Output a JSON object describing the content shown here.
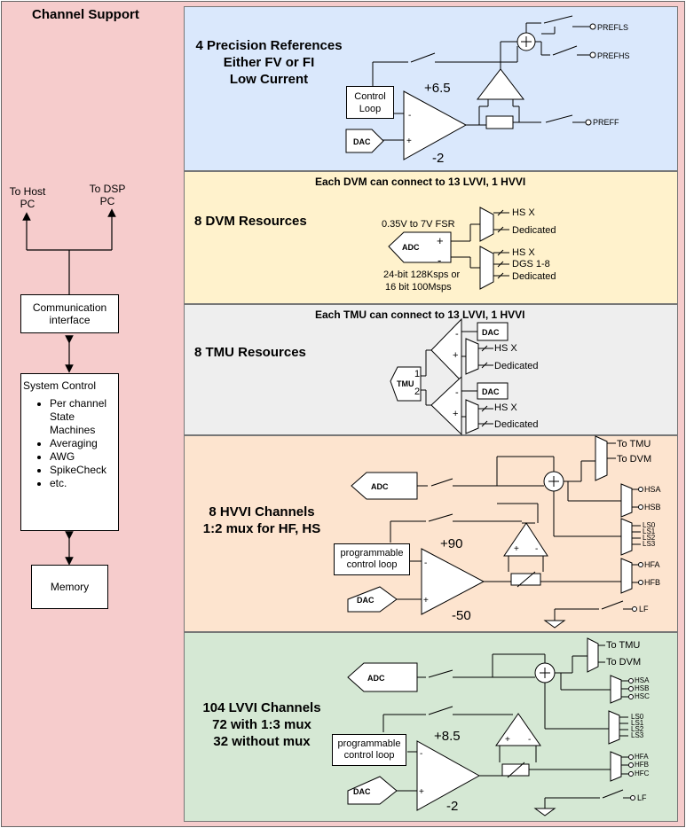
{
  "title": "Channel Support",
  "left": {
    "to_host": "To Host PC",
    "to_dsp": "To DSP PC",
    "comm": "Communication interface",
    "sys_title": "System Control",
    "sys_items": [
      "Per channel State Machines",
      "Averaging",
      "AWG",
      "SpikeCheck",
      "etc."
    ],
    "memory": "Memory"
  },
  "colors": {
    "outer": "#f6cccc",
    "ref": "#dae8fc",
    "dvm": "#fff2cc",
    "tmu": "#eeeeee",
    "hvvi": "#fde4cf",
    "lvvi": "#d5e8d4"
  },
  "ref": {
    "title_lines": [
      "4 Precision References",
      "Either FV or FI",
      "Low Current"
    ],
    "control_loop": "Control Loop",
    "dac": "DAC",
    "plus_rail": "+6.5",
    "minus_rail": "-2",
    "out1": "PREFLS",
    "out2": "PREFHS",
    "out3": "PREFF"
  },
  "dvm": {
    "header": "Each DVM can connect to 13 LVVI, 1 HVVI",
    "title": "8 DVM Resources",
    "fsr": "0.35V to 7V FSR",
    "adc": "ADC",
    "res1": "24-bit 128Ksps or",
    "res2": "16 bit 100Msps",
    "mux1": [
      "HS X",
      "Dedicated"
    ],
    "mux2": [
      "HS X",
      "DGS 1-8",
      "Dedicated"
    ]
  },
  "tmu": {
    "header": "Each TMU can connect to 13 LVVI, 1 HVVI",
    "title": "8 TMU Resources",
    "tmu": "TMU",
    "dac": "DAC",
    "in1": "1",
    "in2": "2",
    "mux": [
      "HS X",
      "Dedicated"
    ]
  },
  "hvvi": {
    "title_lines": [
      "8 HVVI Channels",
      "1:2 mux for HF, HS"
    ],
    "adc": "ADC",
    "dac": "DAC",
    "prog": "programmable control loop",
    "plus_rail": "+90",
    "minus_rail": "-50",
    "to_tmu": "To TMU",
    "to_dvm": "To DVM",
    "hs_outs": [
      "HSA",
      "HSB"
    ],
    "ls_outs": [
      "LS0",
      "LS1",
      "LS2",
      "LS3"
    ],
    "hf_outs": [
      "HFA",
      "HFB"
    ],
    "lf": "LF"
  },
  "lvvi": {
    "title_lines": [
      "104 LVVI Channels",
      "72 with 1:3 mux",
      "32 without mux"
    ],
    "adc": "ADC",
    "dac": "DAC",
    "prog": "programmable control loop",
    "plus_rail": "+8.5",
    "minus_rail": "-2",
    "to_tmu": "To TMU",
    "to_dvm": "To DVM",
    "hs_outs": [
      "HSA",
      "HSB",
      "HSC"
    ],
    "ls_outs": [
      "LS0",
      "LS1",
      "LS2",
      "LS3"
    ],
    "hf_outs": [
      "HFA",
      "HFB",
      "HFC"
    ],
    "lf": "LF"
  }
}
